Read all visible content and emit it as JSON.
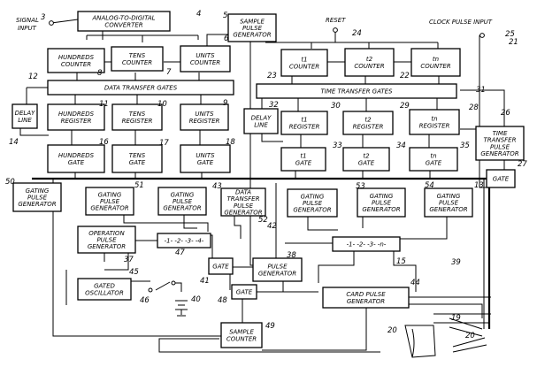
{
  "blocks": [
    {
      "id": "adc",
      "lines": [
        "ANALOG-TO-DIGITAL",
        "CONVERTER"
      ]
    },
    {
      "id": "spg",
      "lines": [
        "SAMPLE",
        "PULSE",
        "GENERATOR"
      ]
    },
    {
      "id": "hcnt",
      "lines": [
        "HUNDREDS",
        "COUNTER"
      ]
    },
    {
      "id": "tcnt",
      "lines": [
        "TENS",
        "COUNTER"
      ]
    },
    {
      "id": "ucnt",
      "lines": [
        "UNITS",
        "COUNTER"
      ]
    },
    {
      "id": "dtg",
      "lines": [
        "DATA TRANSFER GATES"
      ]
    },
    {
      "id": "dl1",
      "lines": [
        "DELAY",
        "LINE"
      ]
    },
    {
      "id": "hreg",
      "lines": [
        "HUNDREDS",
        "REGISTER"
      ]
    },
    {
      "id": "treg",
      "lines": [
        "TENS",
        "REGISTER"
      ]
    },
    {
      "id": "ureg",
      "lines": [
        "UNITS",
        "REGISTER"
      ]
    },
    {
      "id": "hgate",
      "lines": [
        "HUNDREDS",
        "GATE"
      ]
    },
    {
      "id": "tgate",
      "lines": [
        "TENS",
        "GATE"
      ]
    },
    {
      "id": "ugate",
      "lines": [
        "UNITS",
        "GATE"
      ]
    },
    {
      "id": "t1c",
      "lines": [
        "t1",
        "COUNTER"
      ]
    },
    {
      "id": "t2c",
      "lines": [
        "t2",
        "COUNTER"
      ]
    },
    {
      "id": "tnc",
      "lines": [
        "tn",
        "COUNTER"
      ]
    },
    {
      "id": "ttg",
      "lines": [
        "TIME TRANSFER GATES"
      ]
    },
    {
      "id": "dl2",
      "lines": [
        "DELAY",
        "LINE"
      ]
    },
    {
      "id": "t1r",
      "lines": [
        "t1",
        "REGISTER"
      ]
    },
    {
      "id": "t2r",
      "lines": [
        "t2",
        "REGISTER"
      ]
    },
    {
      "id": "tnr",
      "lines": [
        "tn",
        "REGISTER"
      ]
    },
    {
      "id": "t1g",
      "lines": [
        "t1",
        "GATE"
      ]
    },
    {
      "id": "t2g",
      "lines": [
        "t2",
        "GATE"
      ]
    },
    {
      "id": "tng",
      "lines": [
        "tn",
        "GATE"
      ]
    },
    {
      "id": "ttpg",
      "lines": [
        "TIME",
        "TRANSFER",
        "PULSE",
        "GENERATOR"
      ]
    },
    {
      "id": "gate27",
      "lines": [
        "GATE"
      ]
    },
    {
      "id": "gpg50",
      "lines": [
        "GATING",
        "PULSE",
        "GENERATOR"
      ]
    },
    {
      "id": "gpg51",
      "lines": [
        "GATING",
        "PULSE",
        "GENERATOR"
      ]
    },
    {
      "id": "gpg43",
      "lines": [
        "GATING",
        "PULSE",
        "GENERATOR"
      ]
    },
    {
      "id": "dtpg",
      "lines": [
        "DATA",
        "TRANSFER",
        "PULSE",
        "GENERATOR"
      ]
    },
    {
      "id": "gpg52",
      "lines": [
        "GATING",
        "PULSE",
        "GENERATOR"
      ]
    },
    {
      "id": "gpg53",
      "lines": [
        "GATING",
        "PULSE",
        "GENERATOR"
      ]
    },
    {
      "id": "gpg54",
      "lines": [
        "GATING",
        "PULSE",
        "GENERATOR"
      ]
    },
    {
      "id": "opg",
      "lines": [
        "OPERATION",
        "PULSE",
        "GENERATOR"
      ]
    },
    {
      "id": "go",
      "lines": [
        "GATED",
        "OSCILLATOR"
      ]
    },
    {
      "id": "gate45",
      "lines": [
        "GATE"
      ]
    },
    {
      "id": "pg47",
      "lines": [
        "PULSE",
        "GENERATOR"
      ]
    },
    {
      "id": "gate46",
      "lines": [
        "GATE"
      ]
    },
    {
      "id": "cpg",
      "lines": [
        "CARD PULSE",
        "GENERATOR"
      ]
    },
    {
      "id": "sc",
      "lines": [
        "SAMPLE",
        "COUNTER"
      ]
    },
    {
      "id": "dist37",
      "lines": [
        "-1- -2- -3- -4-"
      ]
    },
    {
      "id": "dist38",
      "lines": [
        "-1- -2- -3- -n-"
      ]
    }
  ],
  "labels": {
    "signal_input": [
      "SIGNAL",
      "INPUT"
    ],
    "reset": "RESET",
    "clock_pulse_input": "CLOCK PULSE INPUT"
  },
  "numerals": [
    "3",
    "4",
    "5",
    "24",
    "25",
    "21",
    "6",
    "8",
    "7",
    "23",
    "22",
    "12",
    "31",
    "11",
    "10",
    "9",
    "32",
    "30",
    "29",
    "28",
    "26",
    "14",
    "16",
    "17",
    "18",
    "33",
    "34",
    "35",
    "27",
    "50",
    "51",
    "43",
    "52",
    "53",
    "54",
    "13",
    "42",
    "37",
    "47",
    "38",
    "15",
    "39",
    "45",
    "41",
    "40",
    "46",
    "48",
    "44",
    "49",
    "19",
    "20",
    "20"
  ]
}
